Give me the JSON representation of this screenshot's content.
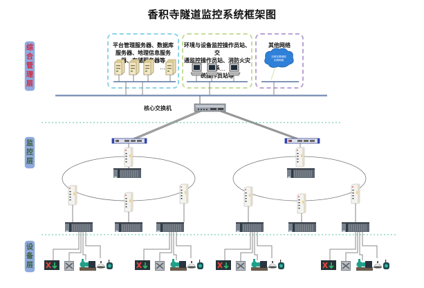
{
  "title": "香积寺隧道监控系统框架图",
  "layers": {
    "management": [
      "综",
      "合",
      "管",
      "理",
      "层"
    ],
    "monitoring": [
      "监",
      "控",
      "层"
    ],
    "device": [
      "设",
      "备",
      "层"
    ]
  },
  "management_boxes": {
    "servers": {
      "text_lines": [
        "平台管理服务器、数据库",
        "服务器、地理信息服务",
        "器、存储服务器等"
      ],
      "ellipsis": "…"
    },
    "workstations": {
      "text_lines": [
        "环境与设备监控操作员站、交",
        "通监控操作员站、消防火灾系",
        "统操作员站等"
      ],
      "ellipsis": "…"
    },
    "other_network": {
      "title": "其他网络",
      "cloud_text": [
        "石峡互联网络",
        "示例网络"
      ]
    }
  },
  "core_switch": {
    "label": "核心交换机"
  },
  "colors": {
    "servers_border": "#8fd3e6",
    "workstations_border": "#c6dc9a",
    "other_border": "#b7a3d6",
    "bus": "#8096b8",
    "divider": "#4fc6a6",
    "layer_tag_bg": "#8ea9de"
  },
  "rings": [
    {
      "name": "left-ring",
      "nodes": 4,
      "plc_per_node": 1
    },
    {
      "name": "right-ring",
      "nodes": 4,
      "plc_per_node": 1
    }
  ],
  "device_groups": [
    {
      "devices": [
        "lane-indicator",
        "fan",
        "pump",
        "lamp",
        "sensor"
      ]
    },
    {
      "devices": [
        "lane-indicator",
        "fan",
        "pump",
        "lamp",
        "sensor"
      ]
    },
    {
      "devices": [
        "lane-indicator",
        "fan",
        "pump",
        "lamp",
        "sensor"
      ]
    },
    {
      "devices": [
        "lane-indicator",
        "fan",
        "pump",
        "lamp",
        "sensor"
      ]
    }
  ]
}
